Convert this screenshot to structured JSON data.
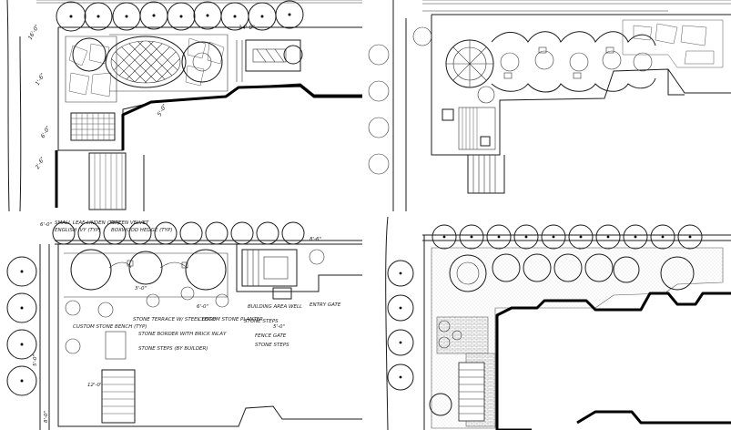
{
  "panels": [
    {
      "id": "sketch-1",
      "labels": [
        "16'-0\"",
        "1'-6\"",
        "6'-0\"",
        "14'-0\"",
        "5'-0\"",
        "2'-6\""
      ]
    },
    {
      "id": "sketch-2",
      "labels": []
    },
    {
      "id": "sketch-3",
      "labels": [
        "SMALL LEAF LINDEN (TYP)",
        "ENGLISH IVY (TYP)",
        "GREEN VELVET",
        "BOXWOOD HEDGE (TYP)",
        "STONE TERRACE W/ STEEL EDGE",
        "CUSTOM STONE PLANTER",
        "BUILDING AREA WELL",
        "STONE STEPS",
        "ENTRY GATE",
        "STONE BORDER WITH BRICK INLAY",
        "STONE STEPS (BY BUILDER)",
        "CUSTOM STONE BENCH (TYP)",
        "FENCE GATE",
        "STONE STEPS",
        "6'-0\"",
        "8'-6\"",
        "3'-0\"",
        "6'-0\"",
        "12'-0\"",
        "5'-0\"",
        "8'-0\"",
        "5'-0\""
      ]
    },
    {
      "id": "cad-plan",
      "labels": []
    }
  ]
}
